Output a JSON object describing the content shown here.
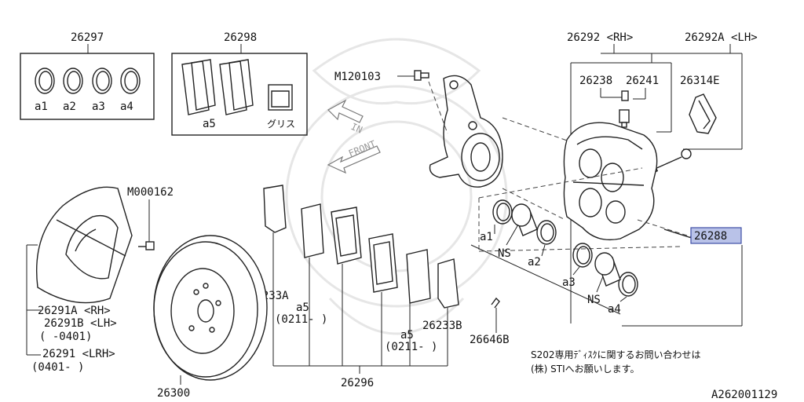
{
  "diagram": {
    "part_labels": {
      "p26297": "26297",
      "p26298": "26298",
      "p26292rh": "26292 <RH>",
      "p26292alh": "26292A <LH>",
      "m120103": "M120103",
      "p26238": "26238",
      "p26241": "26241",
      "p26314e": "26314E",
      "m000162": "M000162",
      "p26288": "26288",
      "p26233a": "26233A",
      "p26233b": "26233B",
      "p26646b": "26646B",
      "p26291a": "26291A <RH>",
      "p26291b": "26291B <LH>",
      "p26291b_range": "(    -0401)",
      "p26291": "26291  <LRH>",
      "p26291_range": "(0401-    )",
      "p26300": "26300",
      "p26296": "26296"
    },
    "item_codes": {
      "a1": "a1",
      "a2": "a2",
      "a3": "a3",
      "a4": "a4",
      "a5": "a5",
      "a5_left": "a5",
      "a5_left_range": "(0211-    )",
      "a5_right": "a5",
      "a5_right_range": "(0211-    )",
      "ns1": "NS",
      "ns2": "NS",
      "a1_caliper": "a1",
      "a2_caliper": "a2",
      "a3_caliper": "a3",
      "a4_caliper": "a4"
    },
    "grease_label": "グリス",
    "direction_in": "IN",
    "direction_front": "FRONT",
    "note_line1": "S202専用ﾃﾞｨｽｸに関するお問い合わせは",
    "note_line2": "(株) STIへお願いします。",
    "diagram_id": "A262001129",
    "highlight_color": "#b9c2e8"
  }
}
